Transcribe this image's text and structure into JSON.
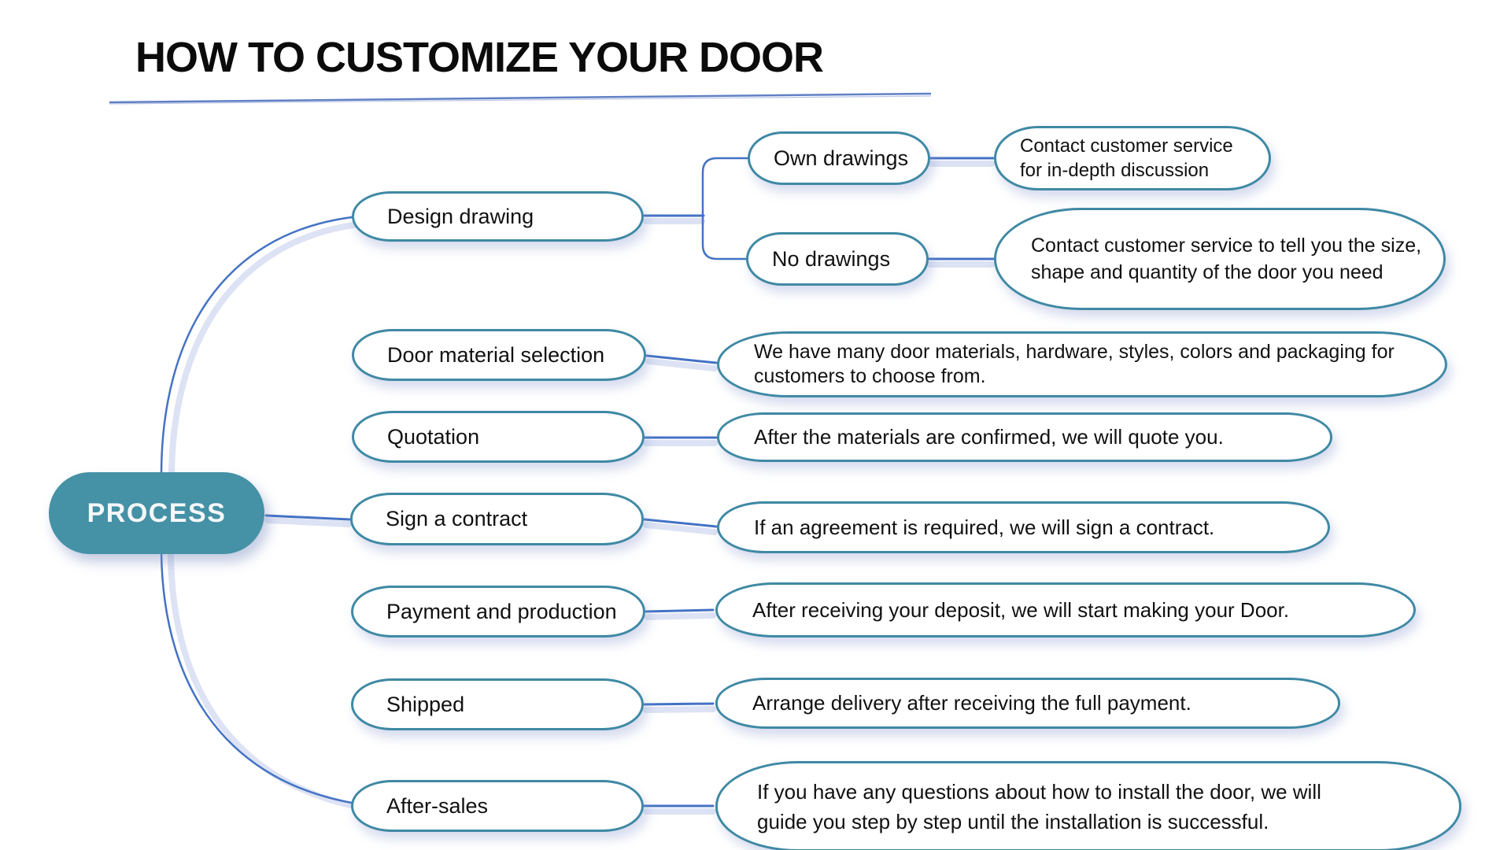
{
  "title": "HOW TO CUSTOMIZE YOUR DOOR",
  "root": {
    "label": "PROCESS"
  },
  "colors": {
    "title_color": "#0b0b0b",
    "underline": "#6080c4",
    "node_border": "#3f89a4",
    "connector": "#4472c4",
    "connector_shadow": "#dde3f4",
    "root_fill": "#4591a6",
    "root_text": "#f5f7f8",
    "bubble_fill": "#ffffff"
  },
  "diagram": {
    "steps": [
      {
        "label": "Design drawing"
      },
      {
        "label": "Door material selection",
        "description": "We have many door materials, hardware, styles, colors and packaging for\ncustomers to choose from."
      },
      {
        "label": "Quotation",
        "description": "After the materials are confirmed, we will quote you."
      },
      {
        "label": "Sign a contract",
        "description": "If an agreement is required, we will sign a contract."
      },
      {
        "label": "Payment and production",
        "description": "After receiving your deposit, we will start making your Door."
      },
      {
        "label": "Shipped",
        "description": "Arrange delivery after receiving the full payment."
      },
      {
        "label": "After-sales",
        "description": "If you have any questions about how to install the door, we will\nguide you step by step until the installation is successful."
      }
    ],
    "design_branches": [
      {
        "label": "Own drawings",
        "description": "Contact customer service\nfor in-depth discussion"
      },
      {
        "label": "No drawings",
        "description": "Contact customer service to tell you the size,\nshape and quantity of the door you need"
      }
    ]
  }
}
